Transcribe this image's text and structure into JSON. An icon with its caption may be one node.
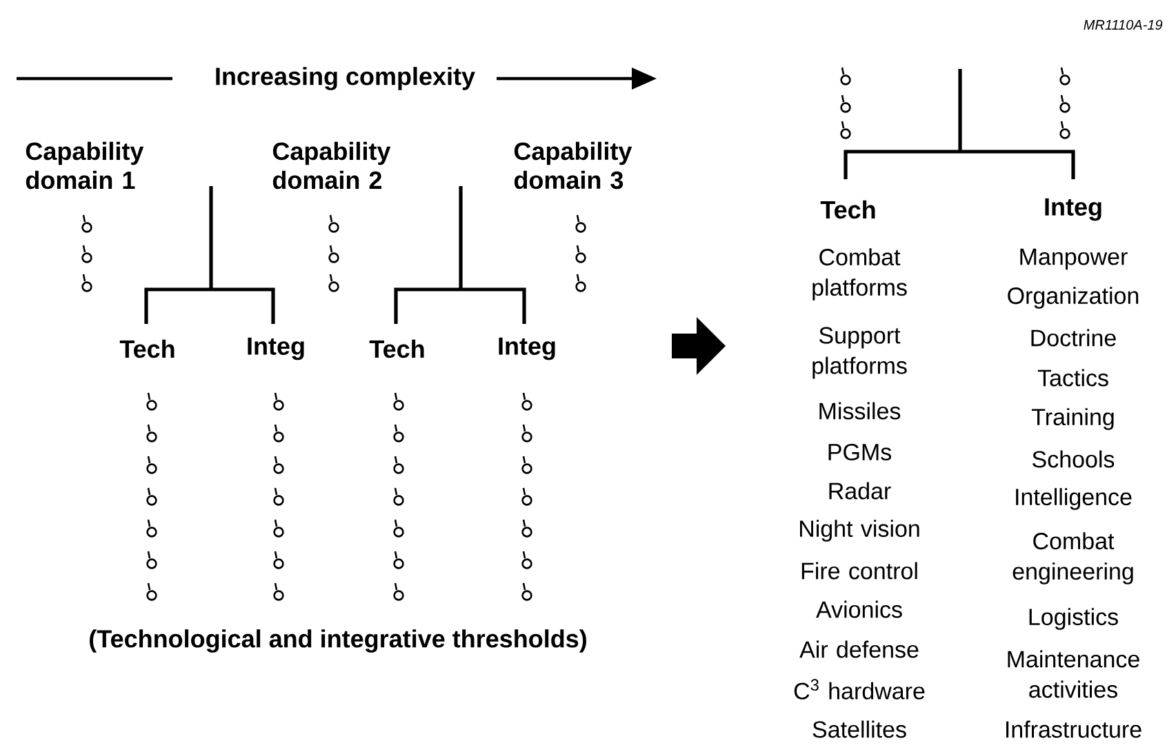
{
  "diagram": {
    "labels": [
      "MR1110A-19",
      "Increasing complexity",
      "Capability domain 1",
      "Capability domain 2",
      "Capability domain 3",
      "Tech",
      "Integ",
      "Tech",
      "Integ",
      "(Technological and integrative thresholds)",
      "Tech",
      "Integ",
      "Combat platforms",
      "Support platforms",
      "Missiles",
      "PGMs",
      "Radar",
      "Night vision",
      "Fire control",
      "Avionics",
      "Air defense",
      "C$^{3}$ hardware",
      "Satellites",
      "Manpower",
      "Organization",
      "Doctrine",
      "Tactics",
      "Training",
      "Schools",
      "Intelligence",
      "Combat engineering",
      "Logistics",
      "Maintenance activities",
      "Infrastructure"
    ]
  }
}
